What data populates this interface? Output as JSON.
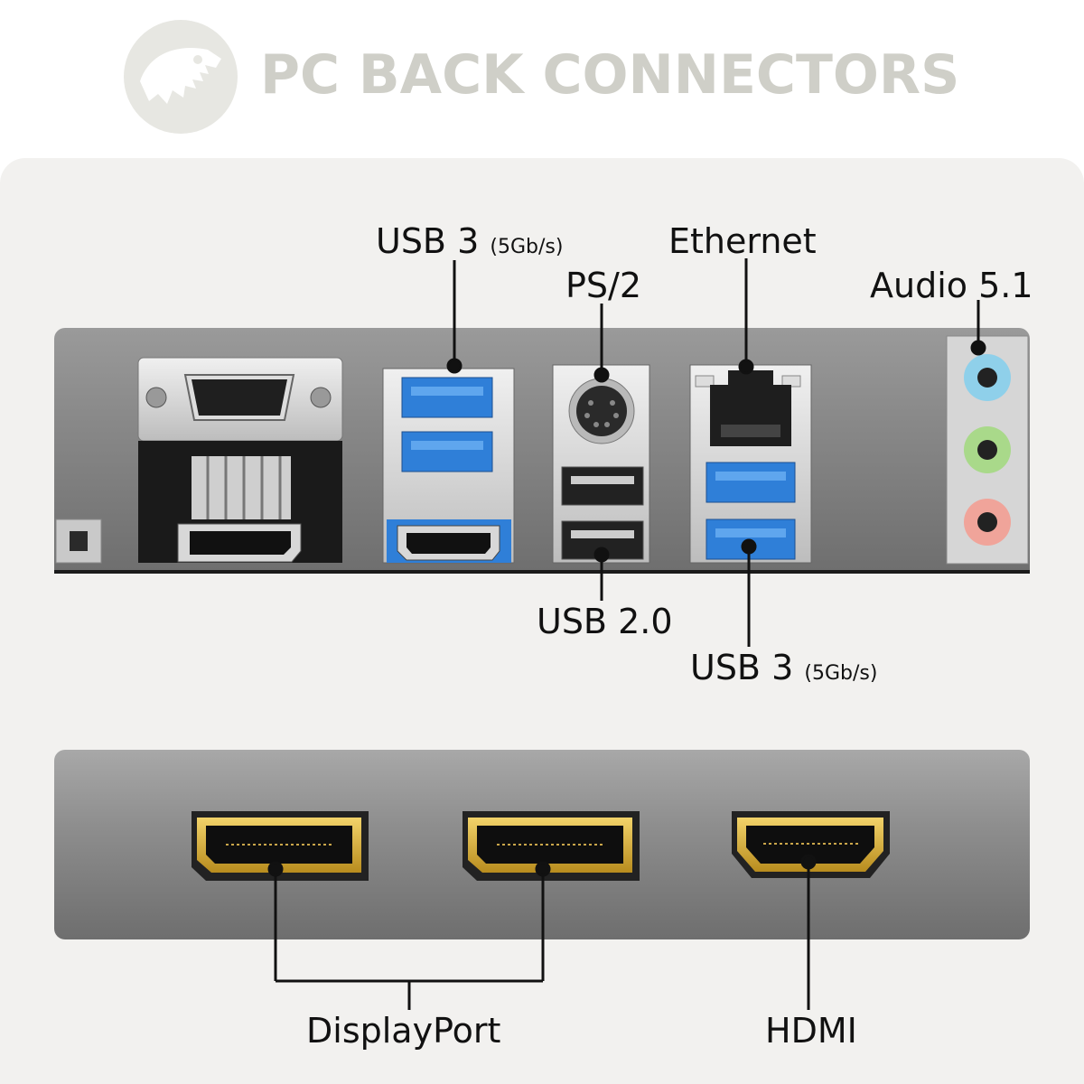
{
  "header": {
    "title": "PC BACK CONNECTORS",
    "logo_icon": "dinosaur-skull-logo"
  },
  "labels": {
    "usb3_top": {
      "main": "USB 3",
      "speed": "(5Gb/s)"
    },
    "ps2": "PS/2",
    "ethernet": "Ethernet",
    "audio": "Audio 5.1",
    "usb20": "USB 2.0",
    "usb3_bottom": {
      "main": "USB 3",
      "speed": "(5Gb/s)"
    },
    "displayport": "DisplayPort",
    "hdmi": "HDMI"
  },
  "colors": {
    "usb3_blue": "#2f7fd8",
    "audio_blue": "#8fd0ea",
    "audio_green": "#a9d98a",
    "audio_pink": "#f0a49a",
    "gold": "#d7b23a",
    "card_bg": "#f2f1ef",
    "title_gray": "#cfcfc8"
  }
}
